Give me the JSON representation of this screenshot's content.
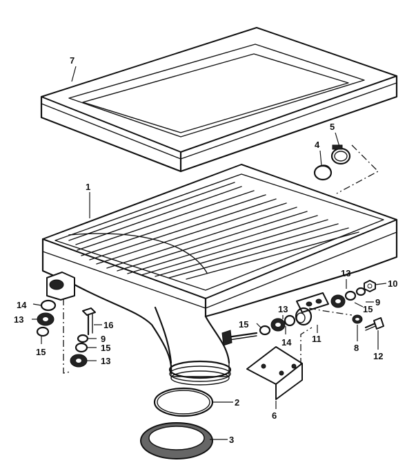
{
  "parts": {
    "p1": "1",
    "p2": "2",
    "p3": "3",
    "p4": "4",
    "p5": "5",
    "p6": "6",
    "p7": "7",
    "p8": "8",
    "p9a": "9",
    "p9b": "9",
    "p10": "10",
    "p11": "11",
    "p12": "12",
    "p13a": "13",
    "p13b": "13",
    "p13c": "13",
    "p13d": "13",
    "p14a": "14",
    "p14b": "14",
    "p15a": "15",
    "p15b": "15",
    "p15c": "15",
    "p15d": "15",
    "p16": "16"
  }
}
